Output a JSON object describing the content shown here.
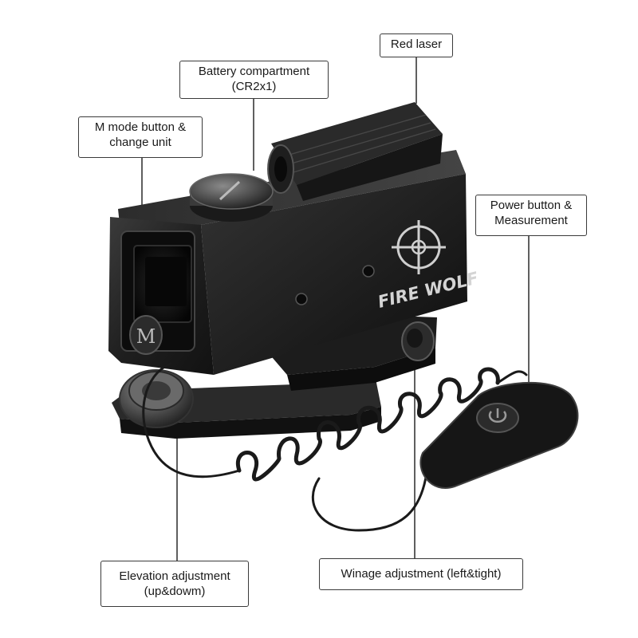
{
  "callouts": {
    "red_laser": {
      "lines": [
        "Red laser"
      ]
    },
    "battery": {
      "lines": [
        "Battery compartment",
        "(CR2x1)"
      ]
    },
    "m_mode": {
      "lines": [
        "M mode button &",
        "change unit"
      ]
    },
    "power": {
      "lines": [
        "Power button &",
        "Measurement"
      ]
    },
    "elevation": {
      "lines": [
        "Elevation adjustment",
        "(up&dowm)"
      ]
    },
    "windage": {
      "lines": [
        "Winage adjustment (left&tight)"
      ]
    }
  },
  "product": {
    "brand": "FIRE WOLF",
    "button_letter": "M"
  },
  "colors": {
    "body": "#1b1b1b",
    "body_highlight": "#3a3a3a",
    "logo": "#cfcfcf",
    "leader_line": "#2a2a2a",
    "callout_border": "#3a3a3a"
  }
}
